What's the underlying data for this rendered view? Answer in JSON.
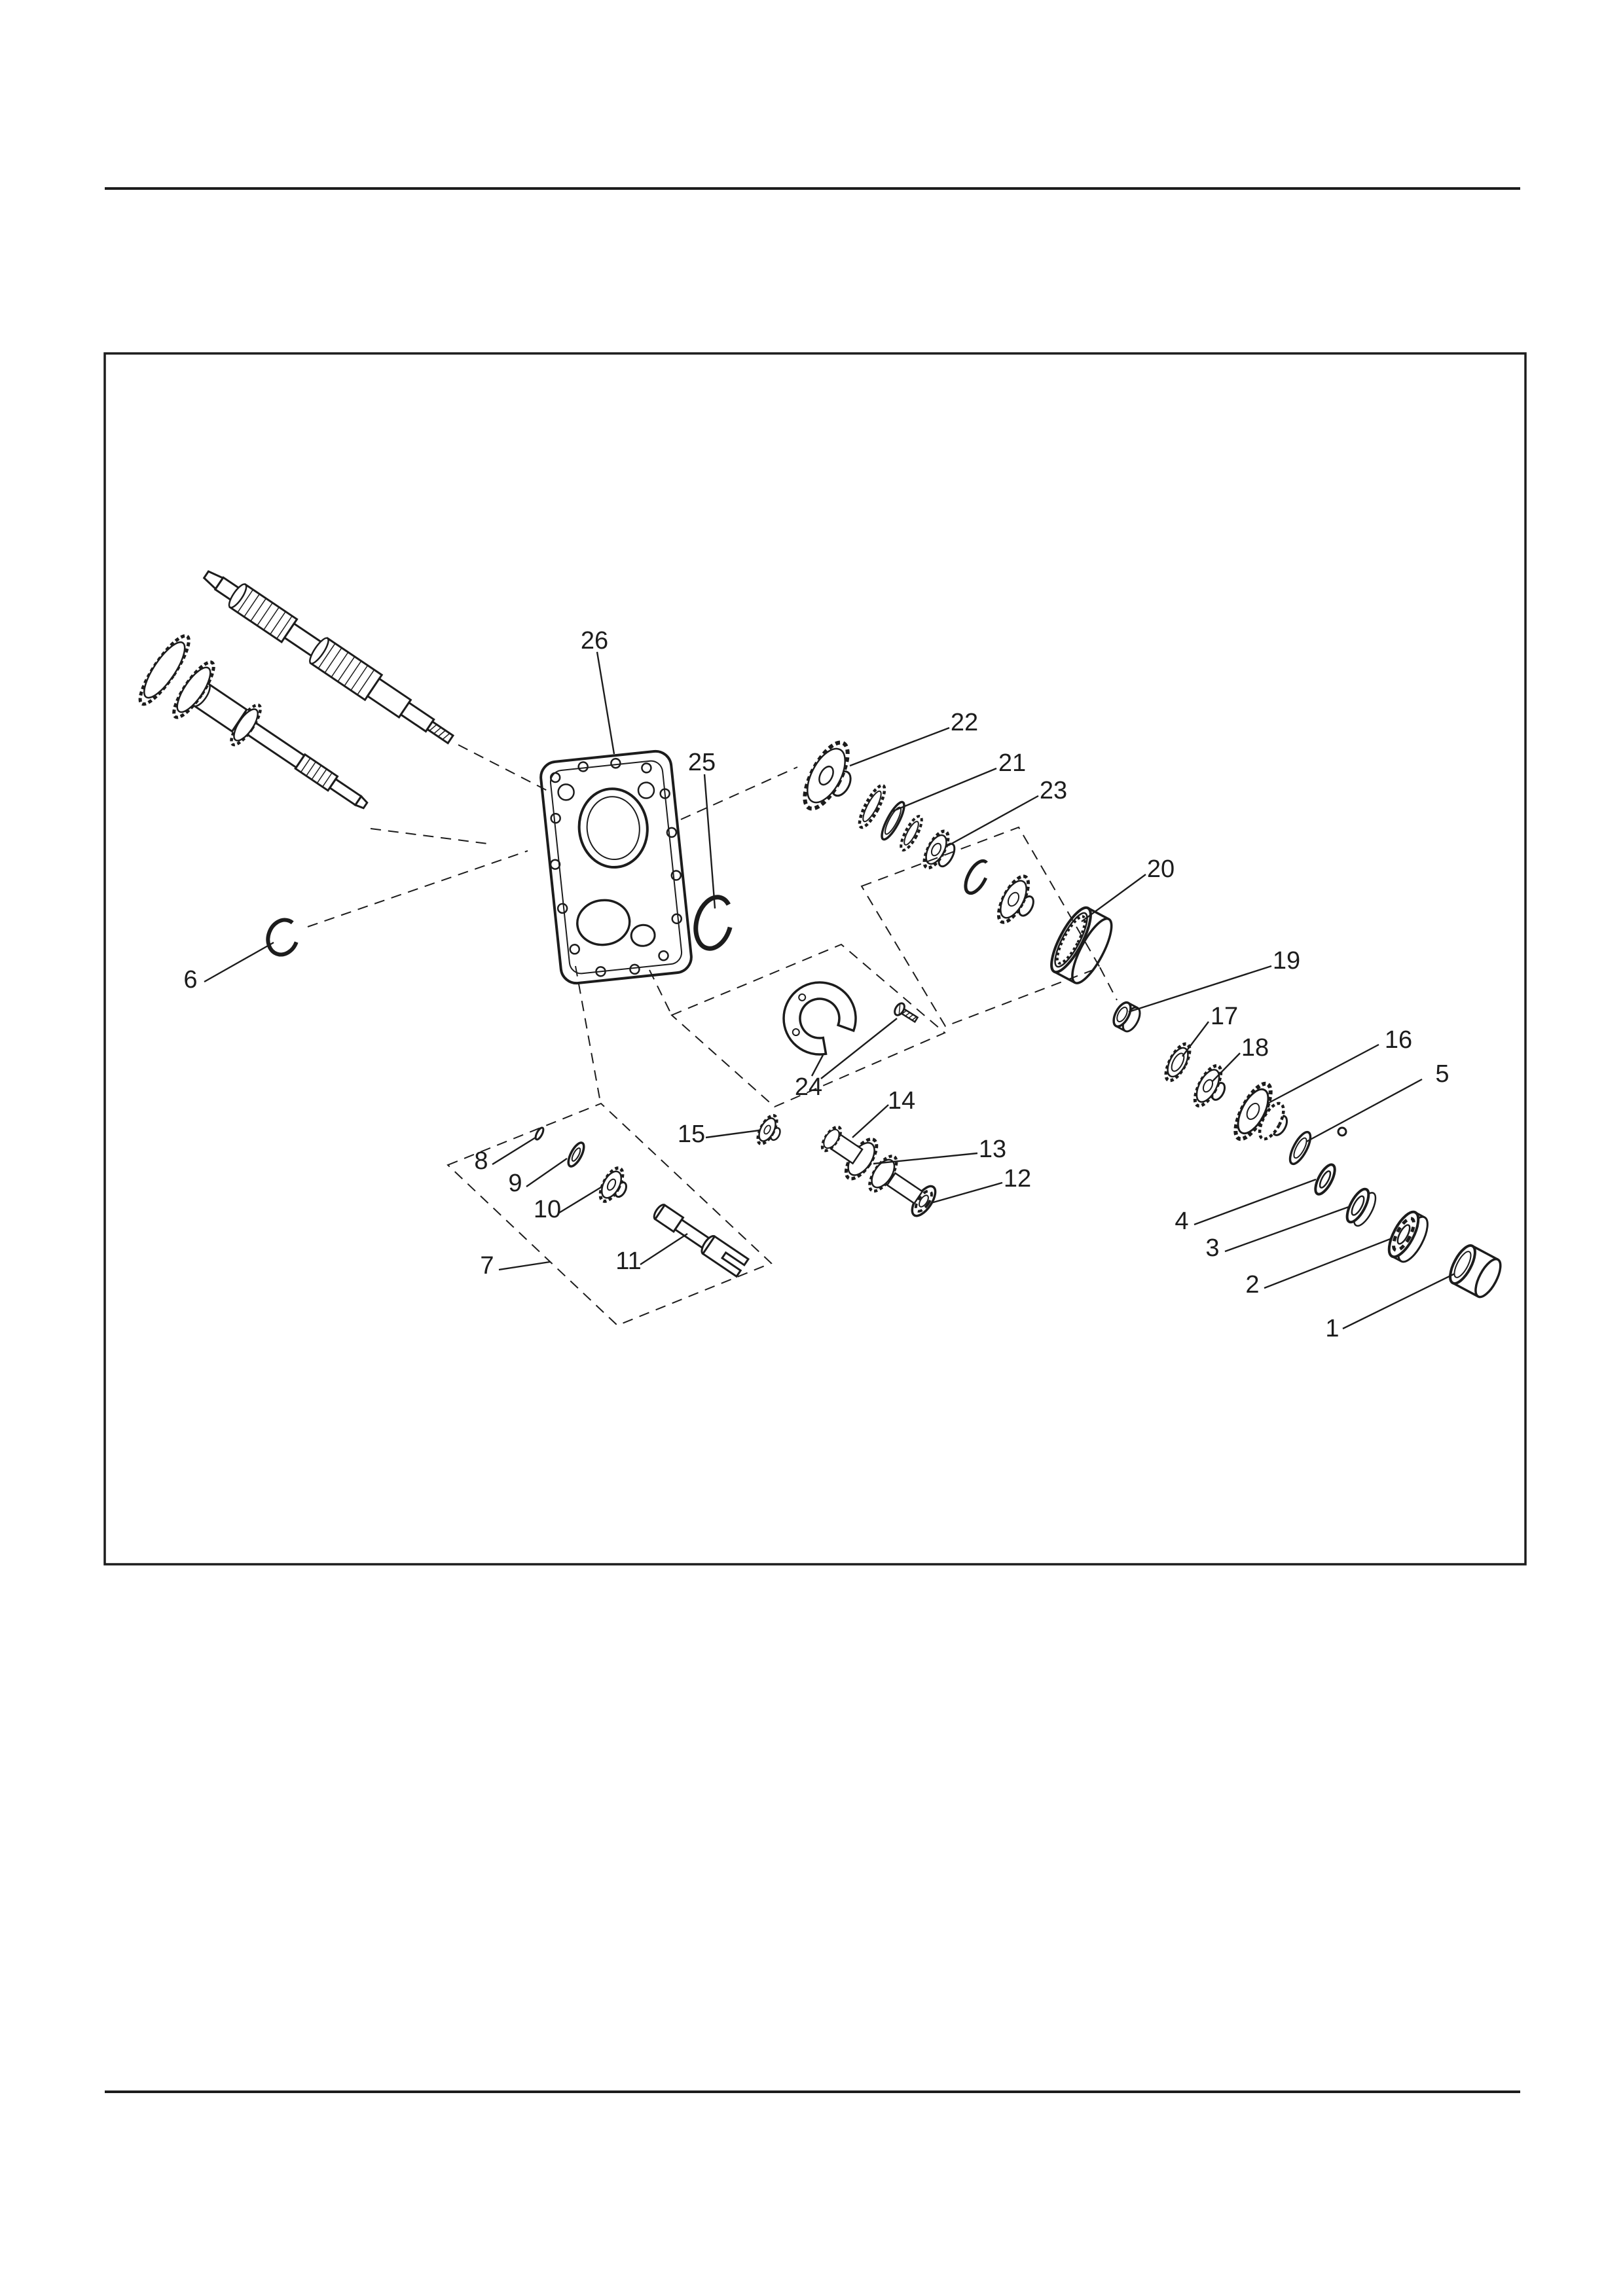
{
  "page": {
    "paper_color": "#ffffff",
    "ink_color": "#1c1c1c"
  },
  "figure": {
    "callouts": [
      {
        "label": "1"
      },
      {
        "label": "2"
      },
      {
        "label": "3"
      },
      {
        "label": "4"
      },
      {
        "label": "5"
      },
      {
        "label": "6"
      },
      {
        "label": "7"
      },
      {
        "label": "8"
      },
      {
        "label": "9"
      },
      {
        "label": "10"
      },
      {
        "label": "11"
      },
      {
        "label": "12"
      },
      {
        "label": "13"
      },
      {
        "label": "14"
      },
      {
        "label": "15"
      },
      {
        "label": "16"
      },
      {
        "label": "17"
      },
      {
        "label": "18"
      },
      {
        "label": "19"
      },
      {
        "label": "20"
      },
      {
        "label": "21"
      },
      {
        "label": "22"
      },
      {
        "label": "23"
      },
      {
        "label": "24"
      },
      {
        "label": "25"
      },
      {
        "label": "26"
      }
    ]
  }
}
